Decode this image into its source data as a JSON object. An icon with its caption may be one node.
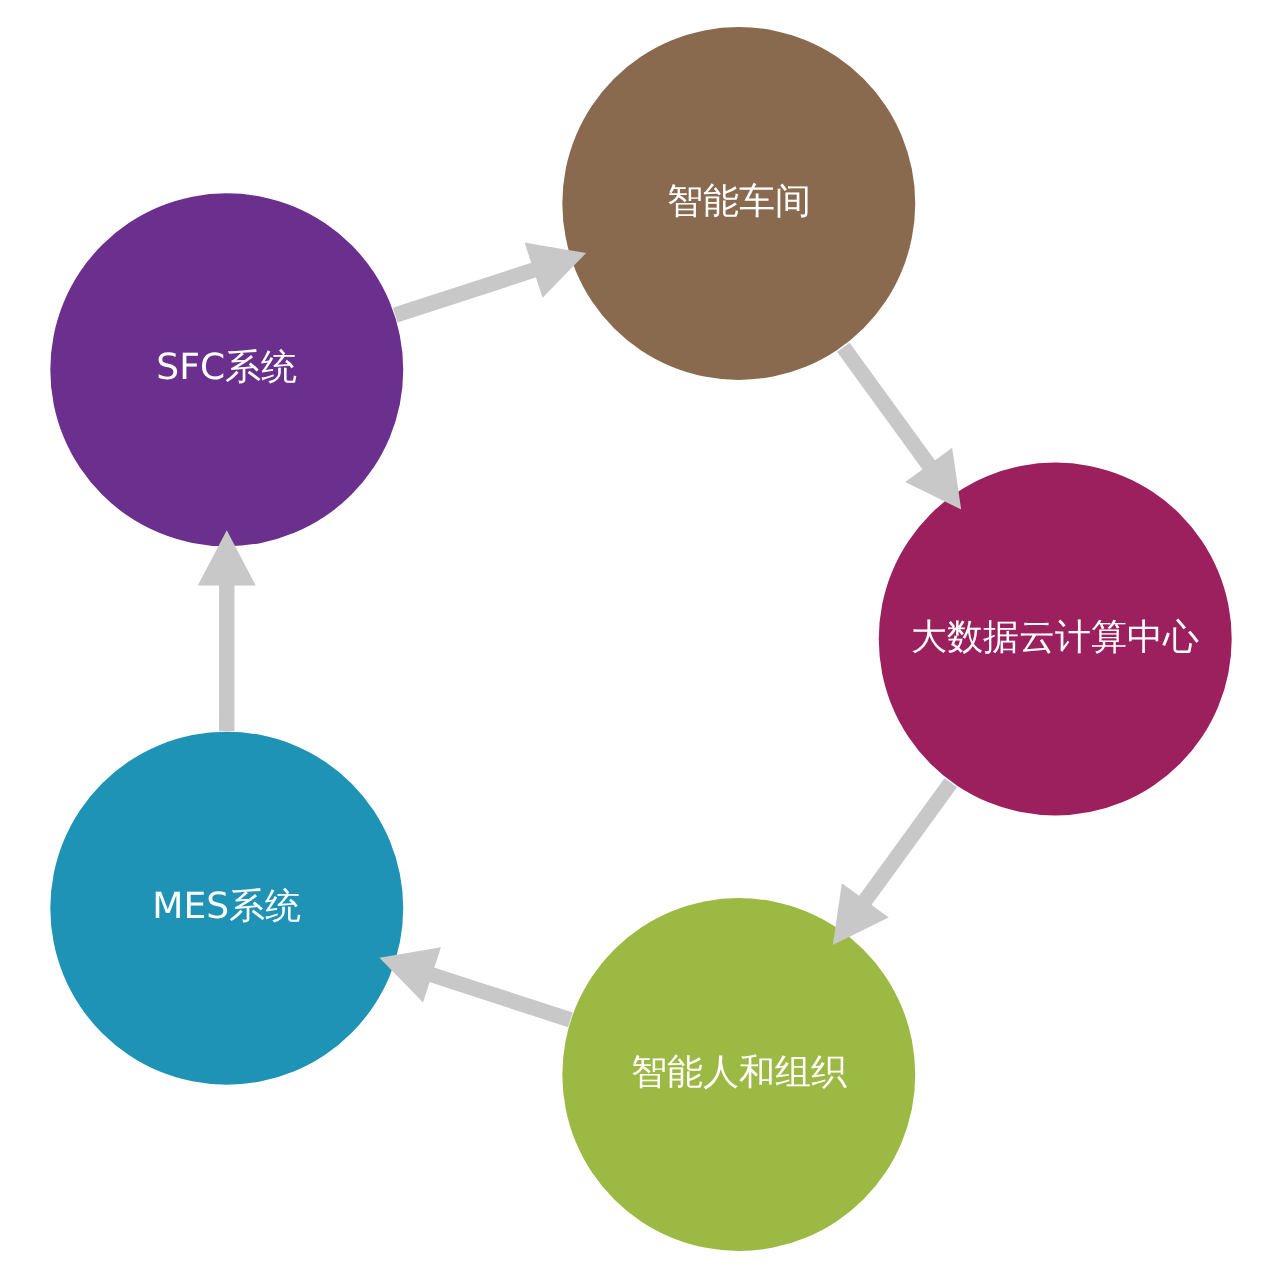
{
  "diagram": {
    "nodes": [
      {
        "text": [
          "智能人和组织"
        ]
      },
      {
        "text": [
          "MES系统"
        ]
      },
      {
        "text": [
          "SFC系统"
        ]
      },
      {
        "text": [
          "智能车间"
        ]
      },
      {
        "text": [
          "大数据云计算中心"
        ]
      }
    ],
    "edges": [
      {
        "from": 0,
        "to": 1,
        "arrow": "to"
      },
      {
        "from": 1,
        "to": 2,
        "arrow": "to"
      },
      {
        "from": 2,
        "to": 3,
        "arrow": "to"
      },
      {
        "from": 3,
        "to": 4,
        "arrow": "to"
      },
      {
        "from": 4,
        "to": 0,
        "arrow": "to"
      }
    ]
  }
}
